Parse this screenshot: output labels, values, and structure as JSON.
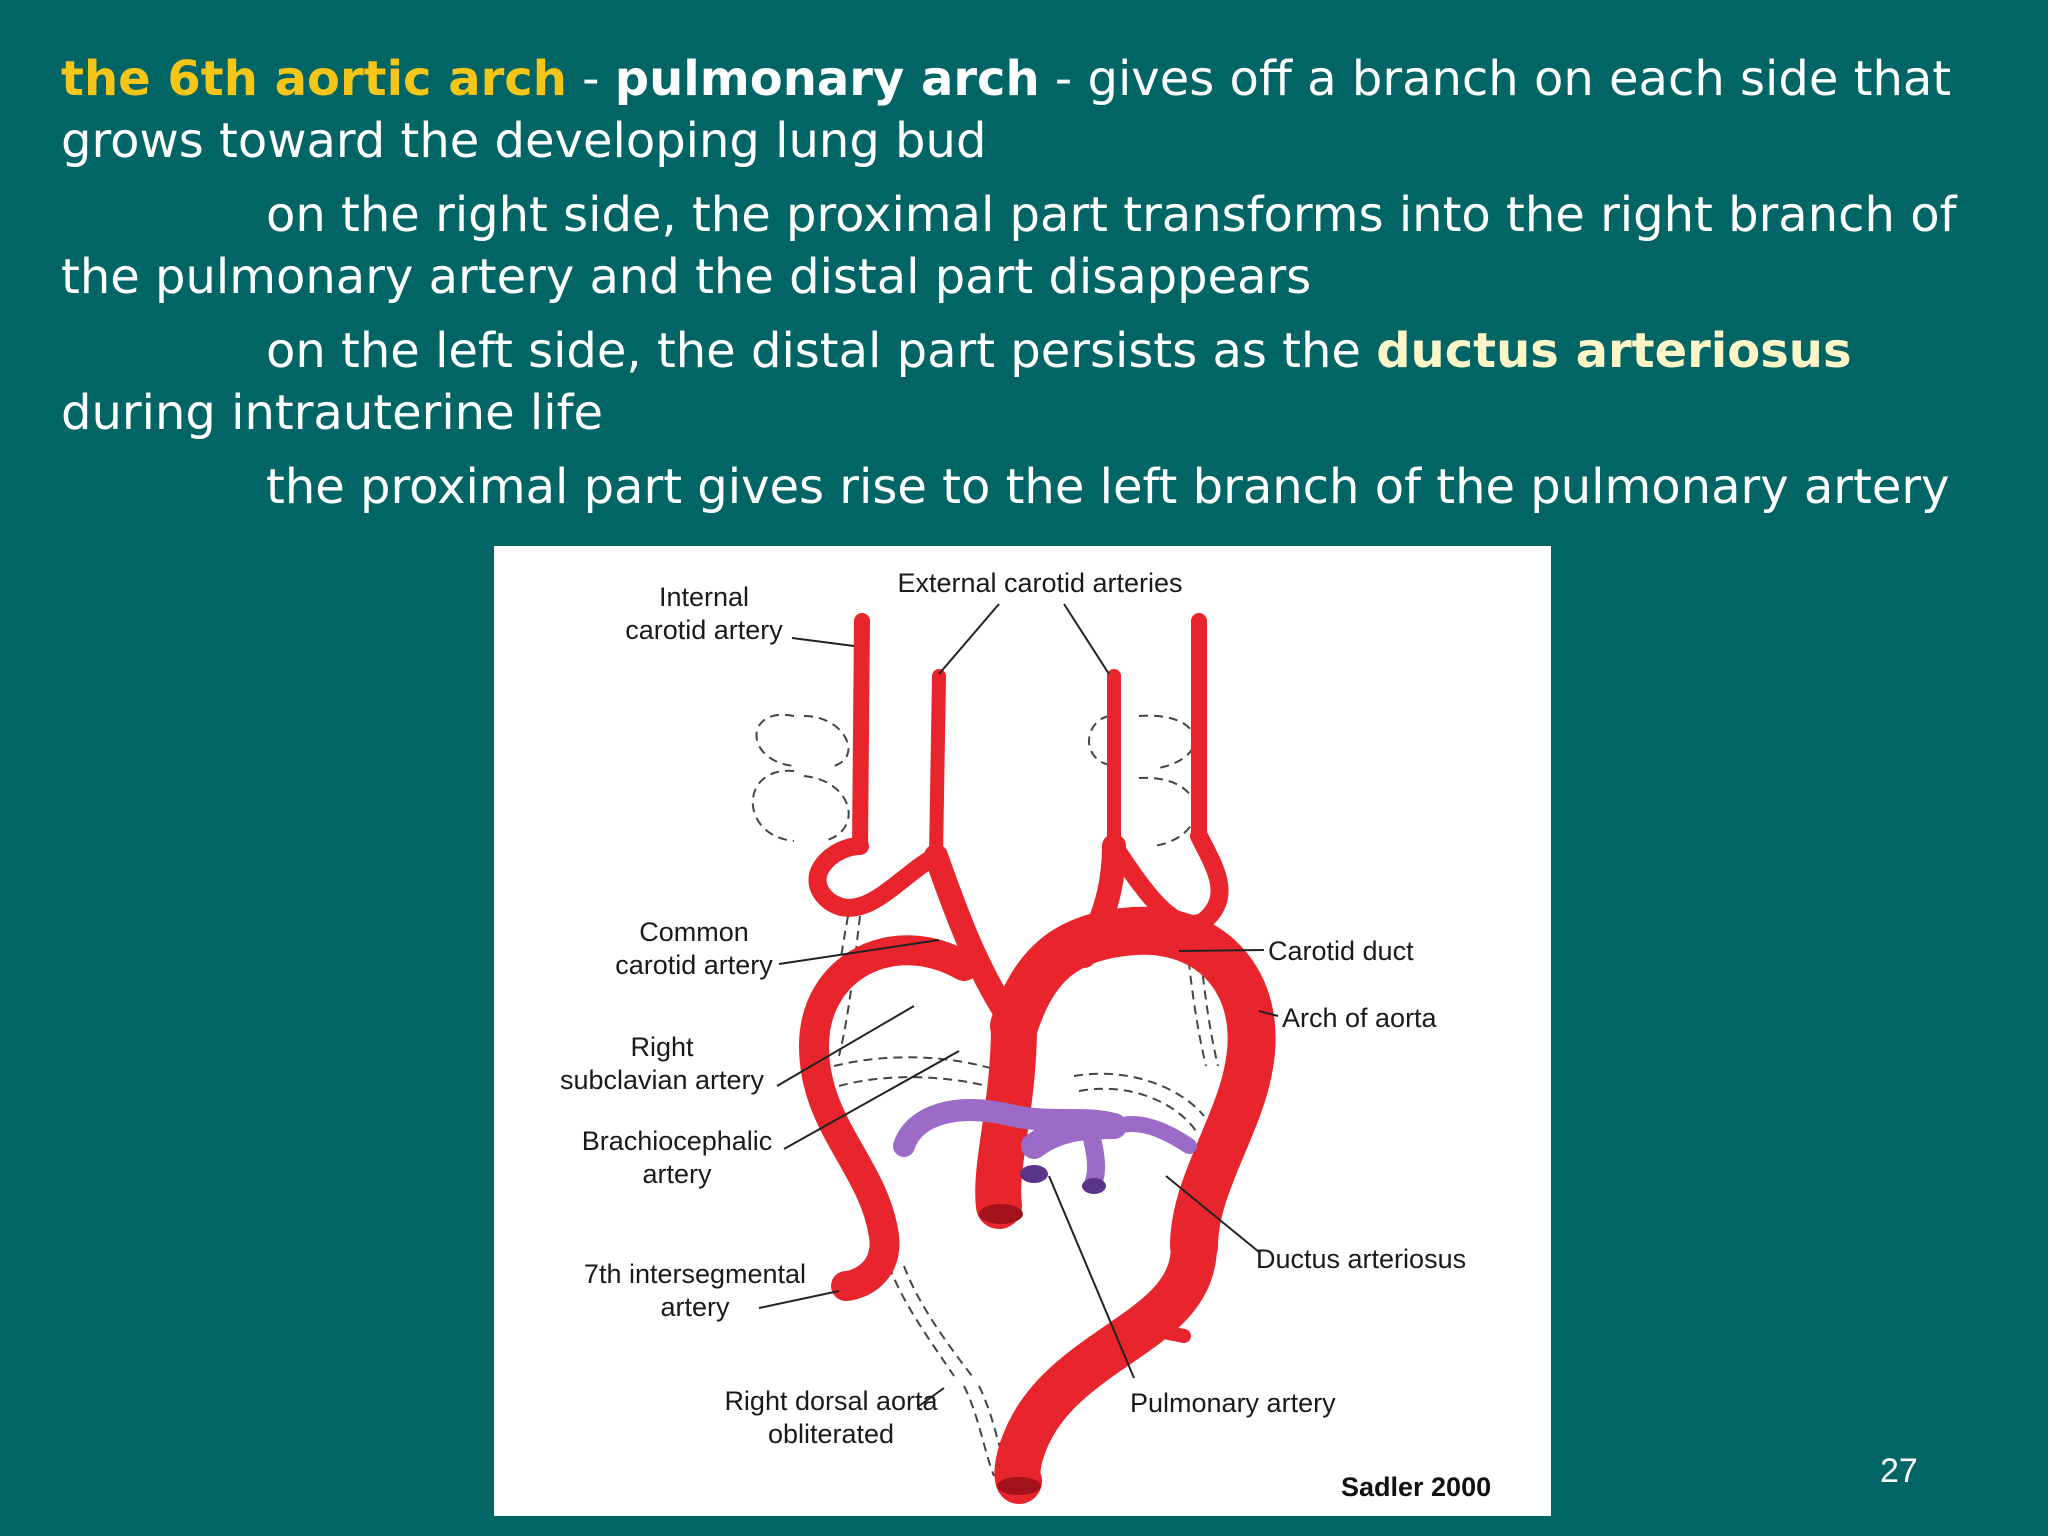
{
  "slide": {
    "p1": {
      "term1": "the 6th aortic arch",
      "sep1": " - ",
      "term2": "pulmonary arch",
      "rest": " - gives off a branch on each side that grows toward the developing lung bud"
    },
    "p2": {
      "text": "on the right side, the proximal part transforms into the right branch of the pulmonary artery and the distal part disappears"
    },
    "p3": {
      "before": "on the left side, the distal part persists as the ",
      "term": "ductus arteriosus",
      "after": " during intrauterine life"
    },
    "p4": {
      "text": "the proximal part gives rise to the left branch of the pulmonary artery"
    },
    "page_number": "27"
  },
  "figure": {
    "labels": {
      "internal_carotid": [
        "Internal",
        "carotid artery"
      ],
      "external_carotid": "External carotid arteries",
      "common_carotid": [
        "Common",
        "carotid artery"
      ],
      "right_subclavian": [
        "Right",
        "subclavian artery"
      ],
      "brachiocephalic": [
        "Brachiocephalic",
        "artery"
      ],
      "intersegmental": [
        "7th intersegmental",
        "artery"
      ],
      "right_dorsal_aorta": [
        "Right dorsal aorta",
        "obliterated"
      ],
      "carotid_duct": "Carotid duct",
      "arch_of_aorta": "Arch of aorta",
      "ductus_arteriosus": "Ductus arteriosus",
      "pulmonary_artery": "Pulmonary artery"
    },
    "credit": "Sadler 2000",
    "colors": {
      "artery": "#e8242c",
      "artery_dark": "#a3121a",
      "pulmonary": "#9b6bc7",
      "pulmonary_dark": "#5b3487",
      "background": "#006564",
      "highlight_yellow": "#f5c518"
    }
  }
}
